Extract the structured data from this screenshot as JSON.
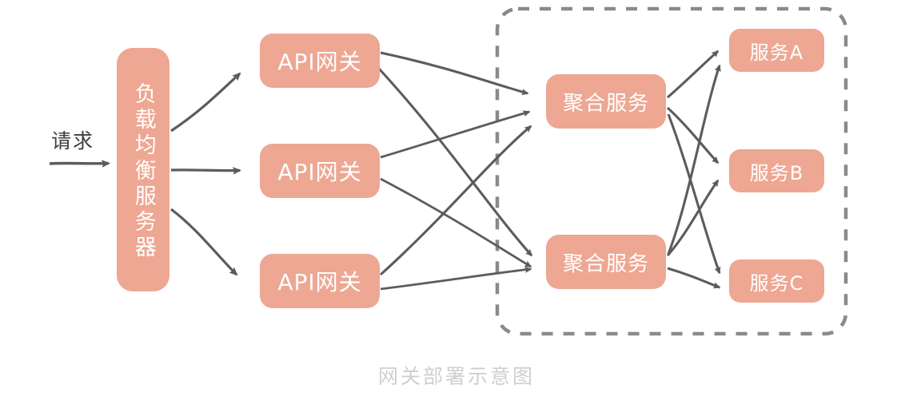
{
  "diagram": {
    "caption": "网关部署示意图",
    "caption_color": "#cfcfcf",
    "node_fill": "#eda792",
    "node_text_color": "#ffffff",
    "arrow_color": "#5c5c5c",
    "group_border_color": "#8a8a8a",
    "background": "#ffffff"
  },
  "entry": {
    "label": "请求"
  },
  "load_balancer": {
    "label": "负载均衡服务器"
  },
  "gateways": [
    {
      "label": "API网关"
    },
    {
      "label": "API网关"
    },
    {
      "label": "API网关"
    }
  ],
  "group": {
    "name": "backend-cluster",
    "style": "dashed-rounded-rectangle"
  },
  "aggregators": [
    {
      "label": "聚合服务"
    },
    {
      "label": "聚合服务"
    }
  ],
  "services": [
    {
      "label": "服务A"
    },
    {
      "label": "服务B"
    },
    {
      "label": "服务C"
    }
  ],
  "edges": {
    "entry_to_lb": 1,
    "lb_to_gateways": 3,
    "gateways_to_aggregators": 6,
    "aggregators_to_services": 6
  }
}
